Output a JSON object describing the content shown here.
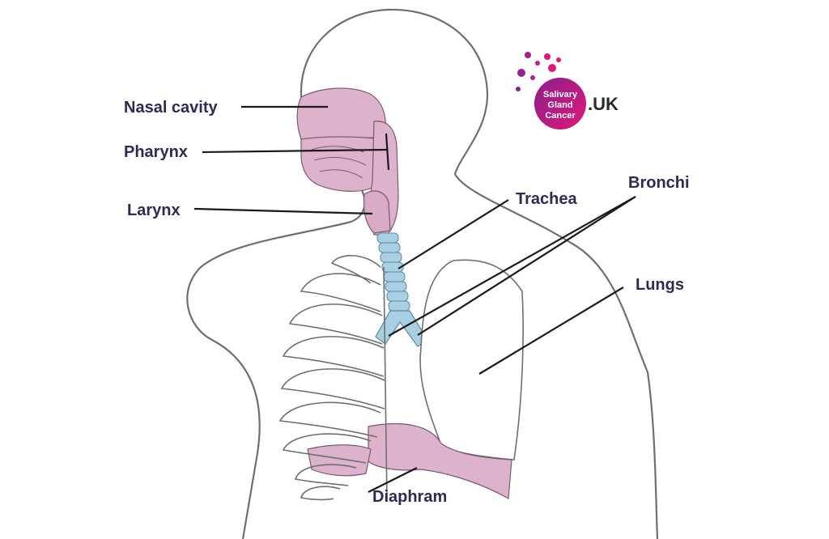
{
  "diagram": {
    "labels": {
      "nasal_cavity": "Nasal cavity",
      "pharynx": "Pharynx",
      "larynx": "Larynx",
      "trachea": "Trachea",
      "bronchi": "Bronchi",
      "lungs": "Lungs",
      "diaphram": "Diaphram"
    }
  },
  "logo": {
    "line1": "Salivary",
    "line2": "Gland",
    "line3": "Cancer",
    "suffix": ".UK"
  },
  "colors": {
    "label_text": "#2e2a55",
    "outline": "#6f6f6f",
    "airway_pink": "#dcb2cc",
    "trachea_blue": "#a9cfe2",
    "logo_magenta": "#e0177a",
    "logo_purple": "#8a1f8a"
  }
}
